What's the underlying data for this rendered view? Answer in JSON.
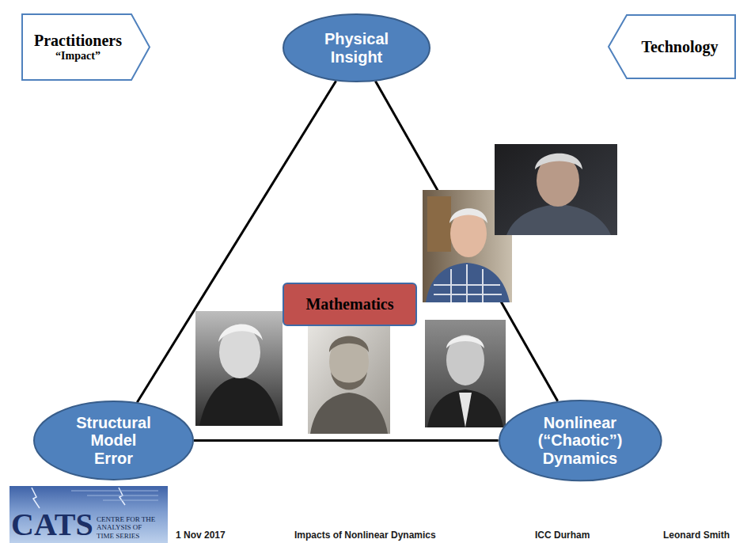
{
  "diagram": {
    "nodes": [
      {
        "text": [
          "Practitioners",
          "“Impact”"
        ]
      },
      {
        "text": [
          "Physical Insight"
        ]
      },
      {
        "text": [
          "Technology"
        ]
      },
      {
        "text": [
          "Mathematics"
        ]
      },
      {
        "text": [
          "Structural Model Error"
        ]
      },
      {
        "text": [
          "Nonlinear (“Chaotic”) Dynamics"
        ]
      }
    ],
    "edges": [
      {
        "from": 1,
        "to": 4,
        "arrow": "none"
      },
      {
        "from": 1,
        "to": 5,
        "arrow": "none"
      },
      {
        "from": 4,
        "to": 5,
        "arrow": "none"
      }
    ],
    "labels": [
      "CATS",
      "CENTRE FOR THE ANALYSIS OF TIME SERIES",
      "1 Nov 2017",
      "Impacts of Nonlinear Dynamics",
      "ICC Durham",
      "Leonard Smith"
    ]
  }
}
